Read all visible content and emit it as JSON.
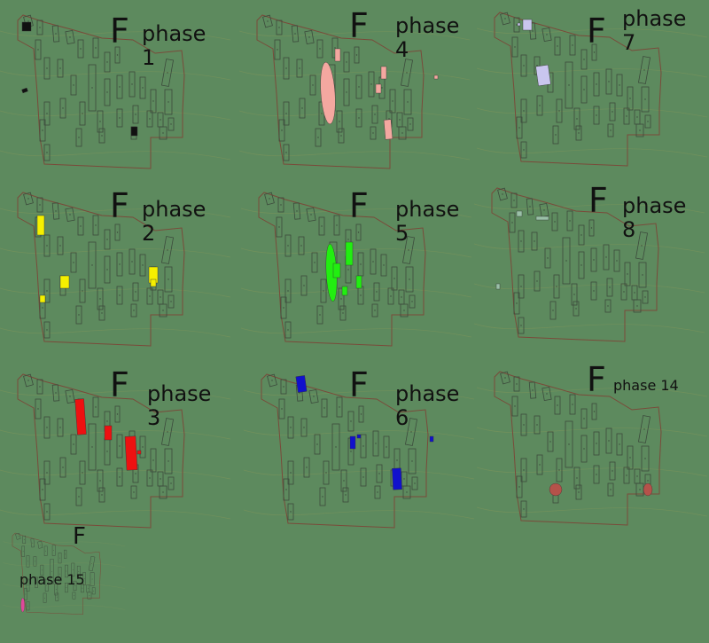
{
  "figure": {
    "background": "#5d8a5e",
    "outline_color": "#7a4a3a",
    "building_color": "#3c4a3c",
    "contour_color": "#8a9a5a"
  },
  "panels": [
    {
      "id": "phase-1",
      "letter": "F",
      "phase_word": "phase",
      "phase_number": "1",
      "highlight_color": "#111111"
    },
    {
      "id": "phase-4",
      "letter": "F",
      "phase_word": "phase",
      "phase_number": "4",
      "highlight_color": "#f4a8a0"
    },
    {
      "id": "phase-7",
      "letter": "F",
      "phase_word": "phase",
      "phase_number": "7",
      "highlight_color": "#c9c6ee"
    },
    {
      "id": "phase-2",
      "letter": "F",
      "phase_word": "phase",
      "phase_number": "2",
      "highlight_color": "#f5f000"
    },
    {
      "id": "phase-5",
      "letter": "F",
      "phase_word": "phase",
      "phase_number": "5",
      "highlight_color": "#22ee11"
    },
    {
      "id": "phase-8",
      "letter": "F",
      "phase_word": "phase",
      "phase_number": "8",
      "highlight_color": "#9ac0a8"
    },
    {
      "id": "phase-3",
      "letter": "F",
      "phase_word": "phase",
      "phase_number": "3",
      "highlight_color": "#ee1111"
    },
    {
      "id": "phase-6",
      "letter": "F",
      "phase_word": "phase",
      "phase_number": "6",
      "highlight_color": "#1111cc"
    },
    {
      "id": "phase-14",
      "letter": "F",
      "phase_word": "phase",
      "phase_number": "14",
      "highlight_color": "#b5524a"
    },
    {
      "id": "phase-15",
      "letter": "F",
      "phase_word": "phase",
      "phase_number": "15",
      "highlight_color": "#e0489a"
    }
  ]
}
